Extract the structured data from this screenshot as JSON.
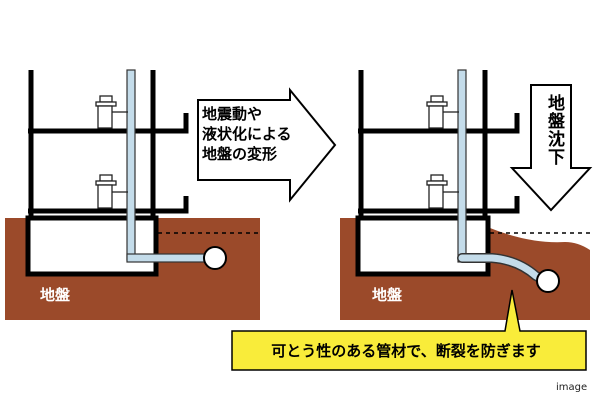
{
  "labels": {
    "ground_left": "地盤",
    "ground_right": "地盤",
    "arrow_lines": [
      "地震動や",
      "液状化による",
      "地盤の変形"
    ],
    "subsidence": "地盤沈下",
    "callout": "可とう性のある管材で、断裂を防ぎます",
    "image_note": "image"
  },
  "colors": {
    "ground": "#9b4a2a",
    "outline": "#000000",
    "pipe": "#c4dcea",
    "callout_fill": "#f9ec3a",
    "background": "#ffffff"
  },
  "icons": [
    "toilet-icon",
    "manhole-icon"
  ]
}
